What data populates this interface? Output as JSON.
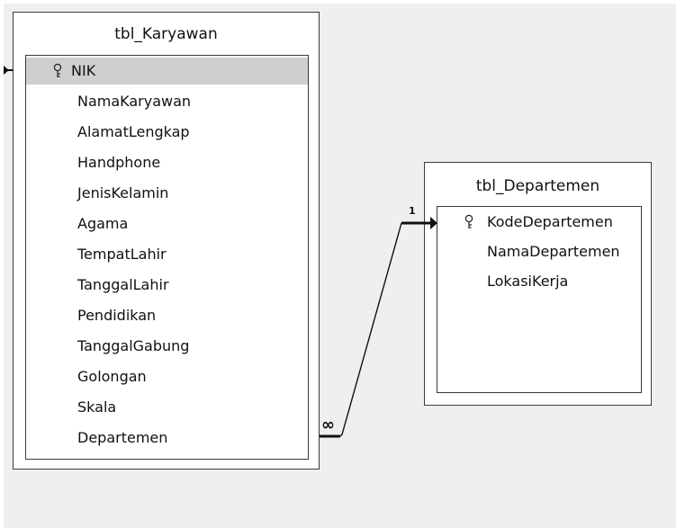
{
  "tables": {
    "karyawan": {
      "title": "tbl_Karyawan",
      "fields": [
        {
          "name": "NIK",
          "key": true,
          "selected": true
        },
        {
          "name": "NamaKaryawan"
        },
        {
          "name": "AlamatLengkap"
        },
        {
          "name": "Handphone"
        },
        {
          "name": "JenisKelamin"
        },
        {
          "name": "Agama"
        },
        {
          "name": "TempatLahir"
        },
        {
          "name": "TanggalLahir"
        },
        {
          "name": "Pendidikan"
        },
        {
          "name": "TanggalGabung"
        },
        {
          "name": "Golongan"
        },
        {
          "name": "Skala"
        },
        {
          "name": "Departemen"
        }
      ]
    },
    "departemen": {
      "title": "tbl_Departemen",
      "fields": [
        {
          "name": "KodeDepartemen",
          "key": true
        },
        {
          "name": "NamaDepartemen"
        },
        {
          "name": "LokasiKerja"
        }
      ]
    }
  },
  "relationship": {
    "one_label": "1",
    "many_label": "∞"
  },
  "icons": {
    "primary_key": "key-icon"
  }
}
